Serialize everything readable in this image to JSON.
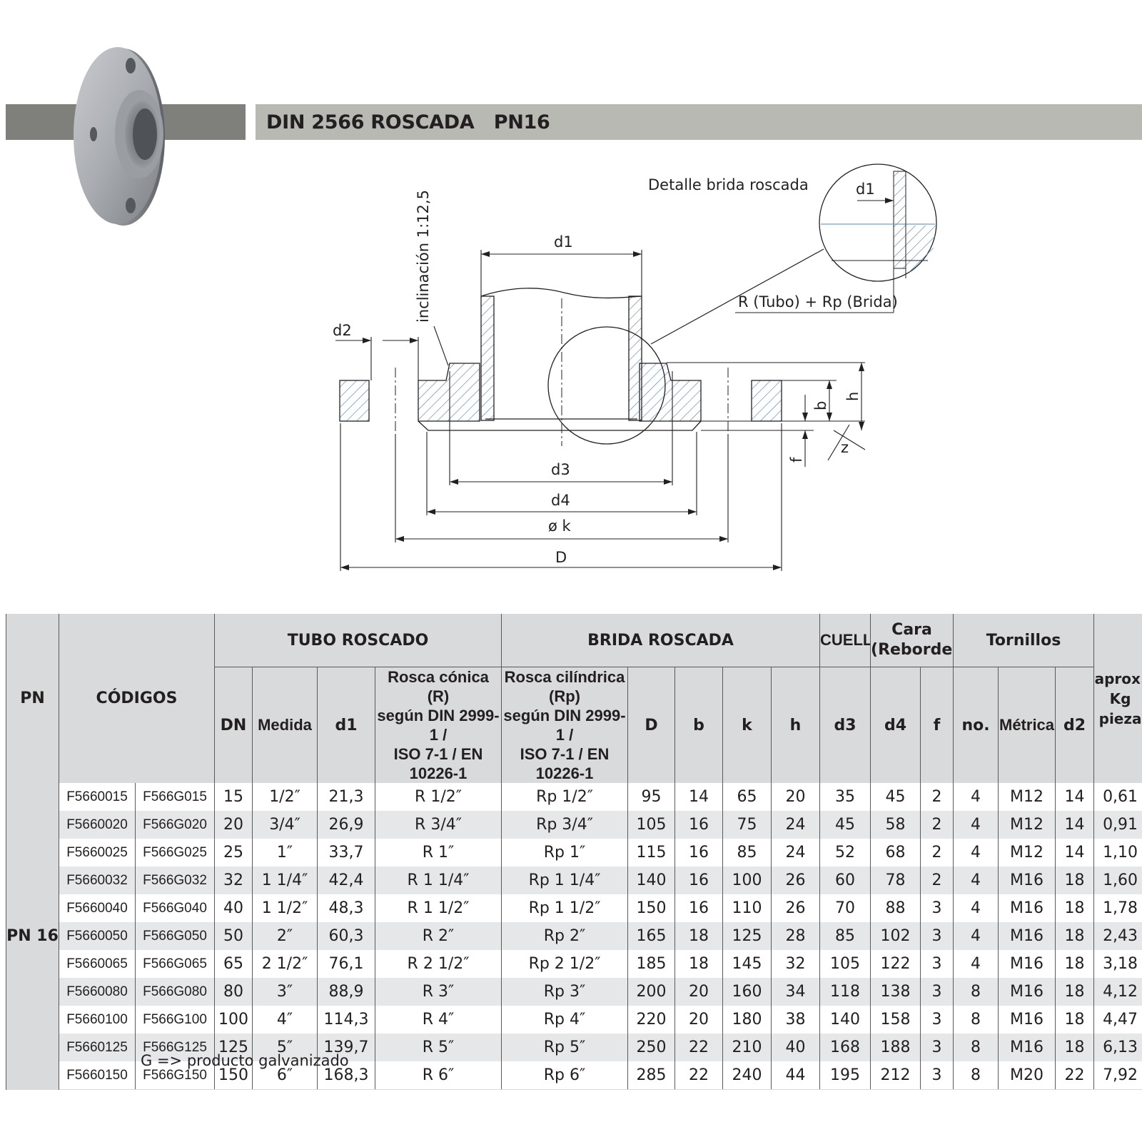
{
  "header": {
    "title": "DIN 2566 ROSCADA   PN16"
  },
  "drawing": {
    "labels": {
      "detail_title": "Detalle brida roscada",
      "d1_detail": "d1",
      "r_rp": "R (Tubo) + Rp (Brida)",
      "inclination": "inclinación 1:12,5",
      "d1": "d1",
      "d2": "d2",
      "d3": "d3",
      "d4": "d4",
      "k": "ø k",
      "D": "D",
      "b": "b",
      "h": "h",
      "f": "f",
      "z": "z"
    }
  },
  "table": {
    "groups": {
      "pn": "PN",
      "codigos": "CÓDIGOS",
      "tubo": "TUBO ROSCADO",
      "brida": "BRIDA ROSCADA",
      "cuello": "CUELLO",
      "cara_1": "Cara",
      "cara_2": "(Reborde)",
      "tornillos": "Tornillos",
      "peso_1": "aprox.",
      "peso_2": "Kg",
      "peso_3": "pieza"
    },
    "columns": {
      "dn": "DN",
      "medida": "Medida",
      "d1": "d1",
      "r_1": "Rosca cónica (R)",
      "r_2": "según DIN 2999-1 /",
      "r_3": "ISO 7-1 / EN 10226-1",
      "rp_1": "Rosca cilíndrica (Rp)",
      "rp_2": "según DIN 2999-1 /",
      "rp_3": "ISO 7-1 / EN 10226-1",
      "D": "D",
      "b": "b",
      "k": "k",
      "h": "h",
      "d3": "d3",
      "d4": "d4",
      "f": "f",
      "no": "no.",
      "metrica": "Métrica",
      "d2": "d2"
    },
    "pn_value": "PN 16",
    "rows": [
      [
        "F5660015",
        "F566G015",
        "15",
        "1/2″",
        "21,3",
        "R 1/2″",
        "Rp 1/2″",
        "95",
        "14",
        "65",
        "20",
        "35",
        "45",
        "2",
        "4",
        "M12",
        "14",
        "0,61"
      ],
      [
        "F5660020",
        "F566G020",
        "20",
        "3/4″",
        "26,9",
        "R 3/4″",
        "Rp 3/4″",
        "105",
        "16",
        "75",
        "24",
        "45",
        "58",
        "2",
        "4",
        "M12",
        "14",
        "0,91"
      ],
      [
        "F5660025",
        "F566G025",
        "25",
        "1″",
        "33,7",
        "R 1″",
        "Rp 1″",
        "115",
        "16",
        "85",
        "24",
        "52",
        "68",
        "2",
        "4",
        "M12",
        "14",
        "1,10"
      ],
      [
        "F5660032",
        "F566G032",
        "32",
        "1 1/4″",
        "42,4",
        "R 1 1/4″",
        "Rp 1 1/4″",
        "140",
        "16",
        "100",
        "26",
        "60",
        "78",
        "2",
        "4",
        "M16",
        "18",
        "1,60"
      ],
      [
        "F5660040",
        "F566G040",
        "40",
        "1 1/2″",
        "48,3",
        "R 1 1/2″",
        "Rp 1 1/2″",
        "150",
        "16",
        "110",
        "26",
        "70",
        "88",
        "3",
        "4",
        "M16",
        "18",
        "1,78"
      ],
      [
        "F5660050",
        "F566G050",
        "50",
        "2″",
        "60,3",
        "R 2″",
        "Rp 2″",
        "165",
        "18",
        "125",
        "28",
        "85",
        "102",
        "3",
        "4",
        "M16",
        "18",
        "2,43"
      ],
      [
        "F5660065",
        "F566G065",
        "65",
        "2 1/2″",
        "76,1",
        "R 2 1/2″",
        "Rp 2 1/2″",
        "185",
        "18",
        "145",
        "32",
        "105",
        "122",
        "3",
        "4",
        "M16",
        "18",
        "3,18"
      ],
      [
        "F5660080",
        "F566G080",
        "80",
        "3″",
        "88,9",
        "R 3″",
        "Rp 3″",
        "200",
        "20",
        "160",
        "34",
        "118",
        "138",
        "3",
        "8",
        "M16",
        "18",
        "4,12"
      ],
      [
        "F5660100",
        "F566G100",
        "100",
        "4″",
        "114,3",
        "R 4″",
        "Rp 4″",
        "220",
        "20",
        "180",
        "38",
        "140",
        "158",
        "3",
        "8",
        "M16",
        "18",
        "4,47"
      ],
      [
        "F5660125",
        "F566G125",
        "125",
        "5″",
        "139,7",
        "R 5″",
        "Rp 5″",
        "250",
        "22",
        "210",
        "40",
        "168",
        "188",
        "3",
        "8",
        "M16",
        "18",
        "6,13"
      ],
      [
        "F5660150",
        "F566G150",
        "150",
        "6″",
        "168,3",
        "R 6″",
        "Rp 6″",
        "285",
        "22",
        "240",
        "44",
        "195",
        "212",
        "3",
        "8",
        "M20",
        "22",
        "7,92"
      ]
    ]
  },
  "footnote": "G => producto galvanizado",
  "colors": {
    "band_dark": "#7f7f7b",
    "band_light": "#b8b9b3",
    "header_bg": "#d9dadc",
    "stripe": "#e6e7e8",
    "hatch": "#5c86a8"
  }
}
